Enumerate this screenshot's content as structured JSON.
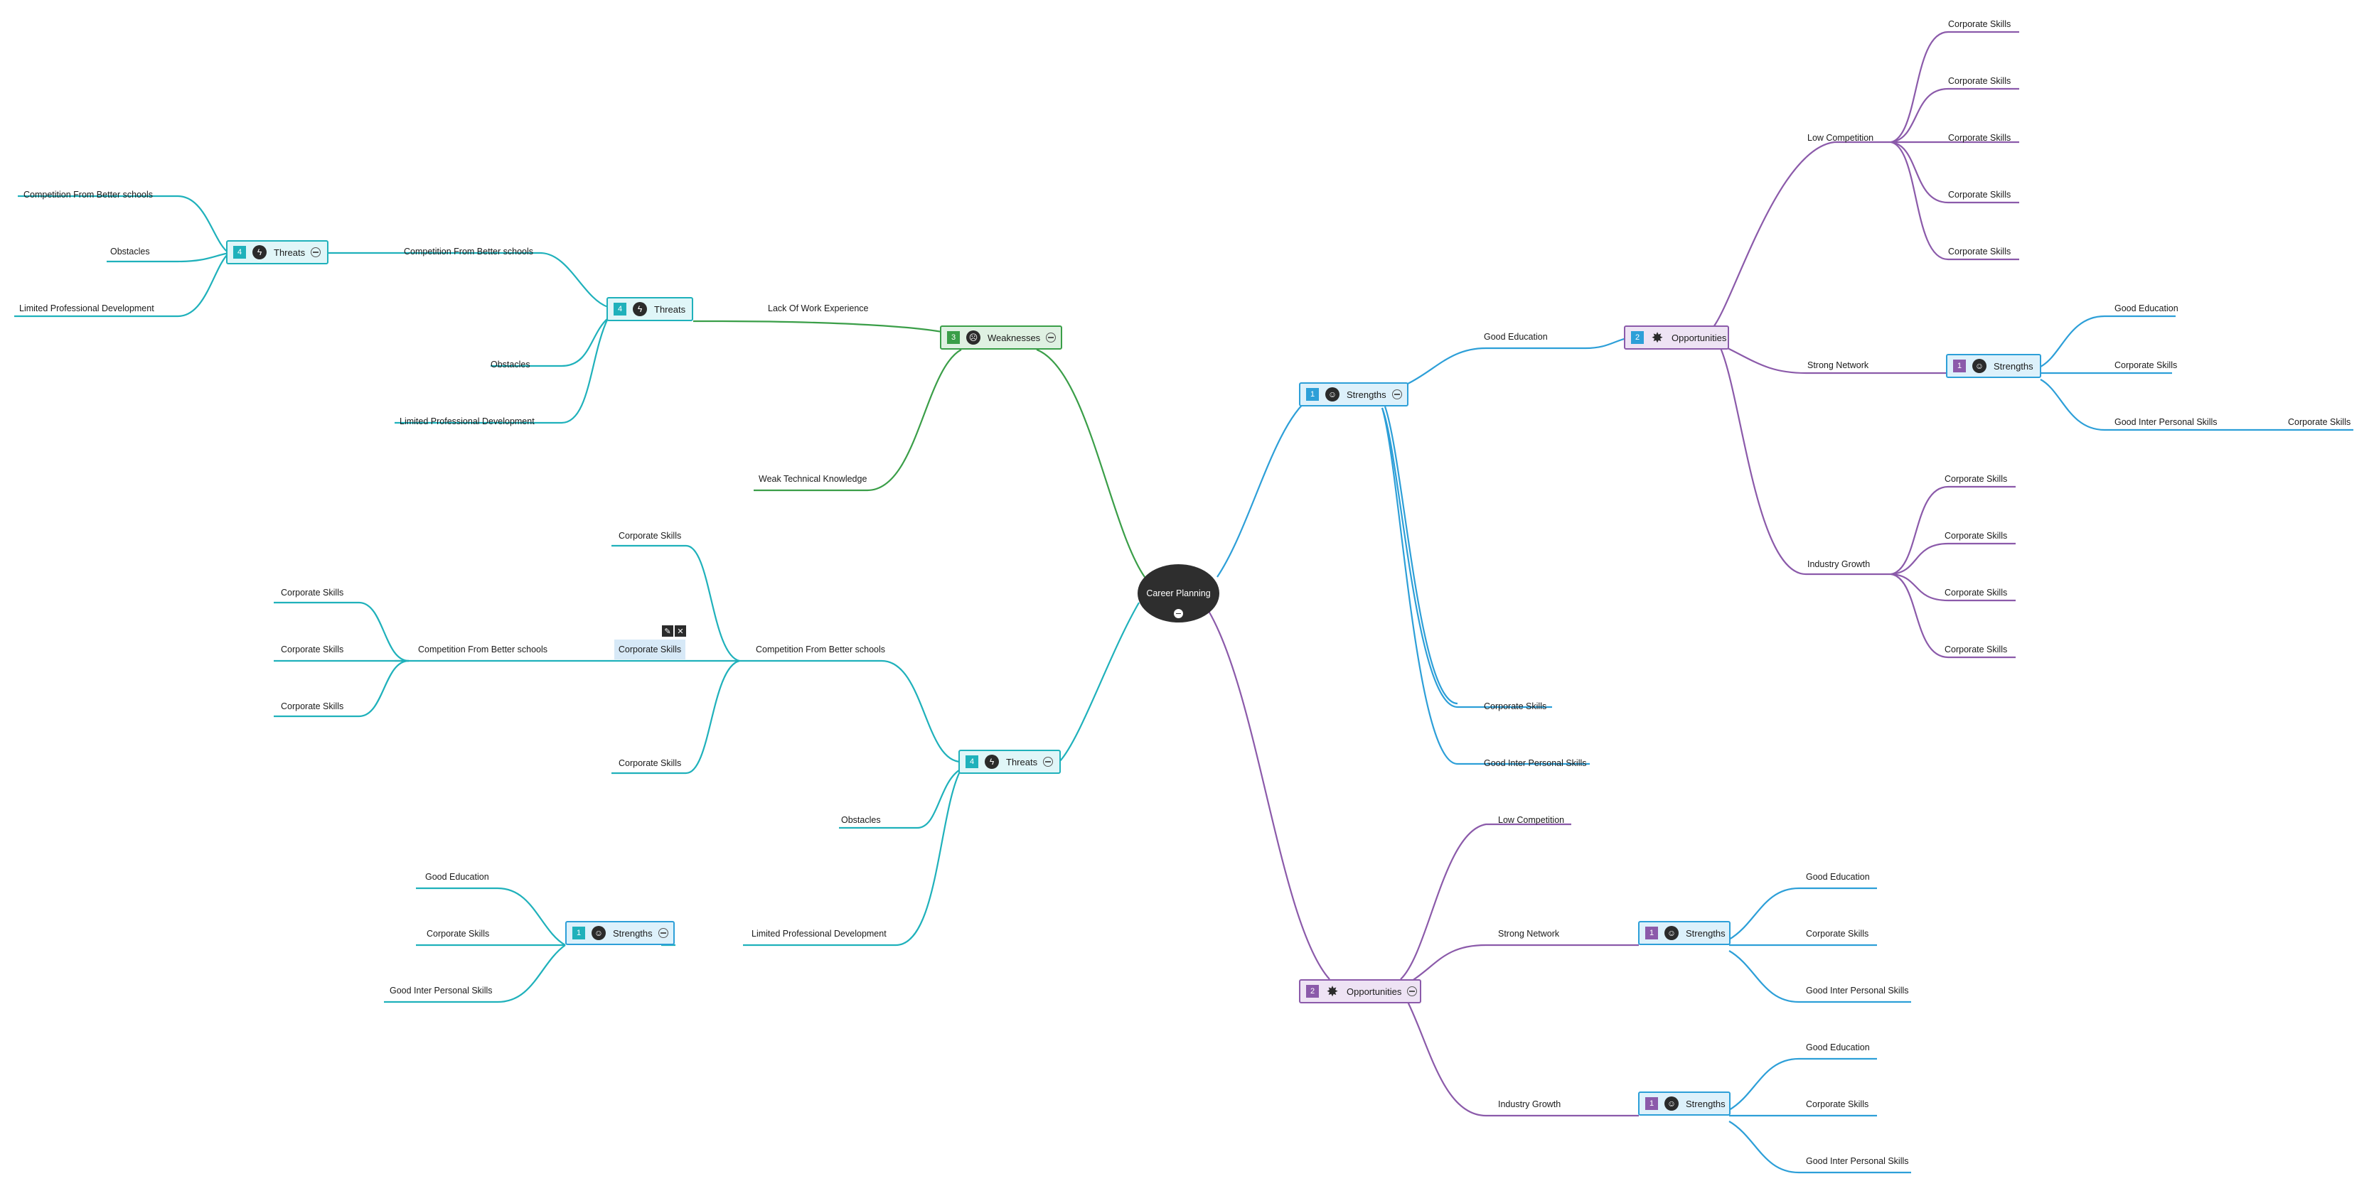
{
  "root": {
    "label": "Career Planning"
  },
  "colors": {
    "teal": "#1fb1bb",
    "green": "#3a9e48",
    "blue": "#2d9fd8",
    "purple": "#8b5aaa"
  },
  "icons": {
    "threats": "bolt-icon",
    "weaknesses": "sad-face-icon",
    "strengths": "smile-face-icon",
    "opportunities": "star-burst-icon"
  },
  "nodes": {
    "weak_main": {
      "num": "3",
      "label": "Weaknesses"
    },
    "weak_threats": {
      "num": "4",
      "label": "Threats"
    },
    "weak_threats2": {
      "num": "4",
      "label": "Threats"
    },
    "threats_main": {
      "num": "4",
      "label": "Threats"
    },
    "threats_strengths": {
      "num": "1",
      "label": "Strengths"
    },
    "strengths_main": {
      "num": "1",
      "label": "Strengths"
    },
    "strengths_opps": {
      "num": "2",
      "label": "Opportunities"
    },
    "strengths_opps_strengths": {
      "num": "1",
      "label": "Strengths"
    },
    "opps_main": {
      "num": "2",
      "label": "Opportunities"
    },
    "opps_strengths_a": {
      "num": "1",
      "label": "Strengths"
    },
    "opps_strengths_b": {
      "num": "1",
      "label": "Strengths"
    }
  },
  "labels": {
    "w_lack": "Lack Of Work Experience",
    "w_weak_tech": "Weak Technical Knowledge",
    "w_comp": "Competition From Better schools",
    "w_obst": "Obstacles",
    "w_limited": "Limited Professional Development",
    "w2_comp": "Competition From Better schools",
    "w2_obst": "Obstacles",
    "w2_limited": "Limited Professional Development",
    "t_comp": "Competition From Better schools",
    "t_obst": "Obstacles",
    "t_limited": "Limited Professional Development",
    "t_cs_top": "Corporate Skills",
    "t_cs_sel": "Corporate Skills",
    "t_cs_bottom": "Corporate Skills",
    "t_comp2": "Competition From Better schools",
    "t2_cs1": "Corporate Skills",
    "t2_cs2": "Corporate Skills",
    "t2_cs3": "Corporate Skills",
    "ts_good_edu": "Good Education",
    "ts_corp": "Corporate Skills",
    "ts_inter": "Good Inter Personal Skills",
    "s_good_edu": "Good Education",
    "s_corp": "Corporate Skills",
    "s_inter": "Good Inter Personal Skills",
    "so_low": "Low Competition",
    "so_strong": "Strong Network",
    "so_industry": "Industry Growth",
    "so_low_cs1": "Corporate Skills",
    "so_low_cs2": "Corporate Skills",
    "so_low_cs3": "Corporate Skills",
    "so_low_cs4": "Corporate Skills",
    "so_low_cs5": "Corporate Skills",
    "sos_good_edu": "Good Education",
    "sos_corp": "Corporate Skills",
    "sos_inter": "Good Inter Personal Skills",
    "sos_inter_corp": "Corporate Skills",
    "so_ind_cs1": "Corporate Skills",
    "so_ind_cs2": "Corporate Skills",
    "so_ind_cs3": "Corporate Skills",
    "so_ind_cs4": "Corporate Skills",
    "o_low": "Low Competition",
    "o_strong": "Strong Network",
    "o_industry": "Industry Growth",
    "osa_good_edu": "Good Education",
    "osa_corp": "Corporate Skills",
    "osa_inter": "Good Inter Personal Skills",
    "osb_good_edu": "Good Education",
    "osb_corp": "Corporate Skills",
    "osb_inter": "Good Inter Personal Skills"
  }
}
